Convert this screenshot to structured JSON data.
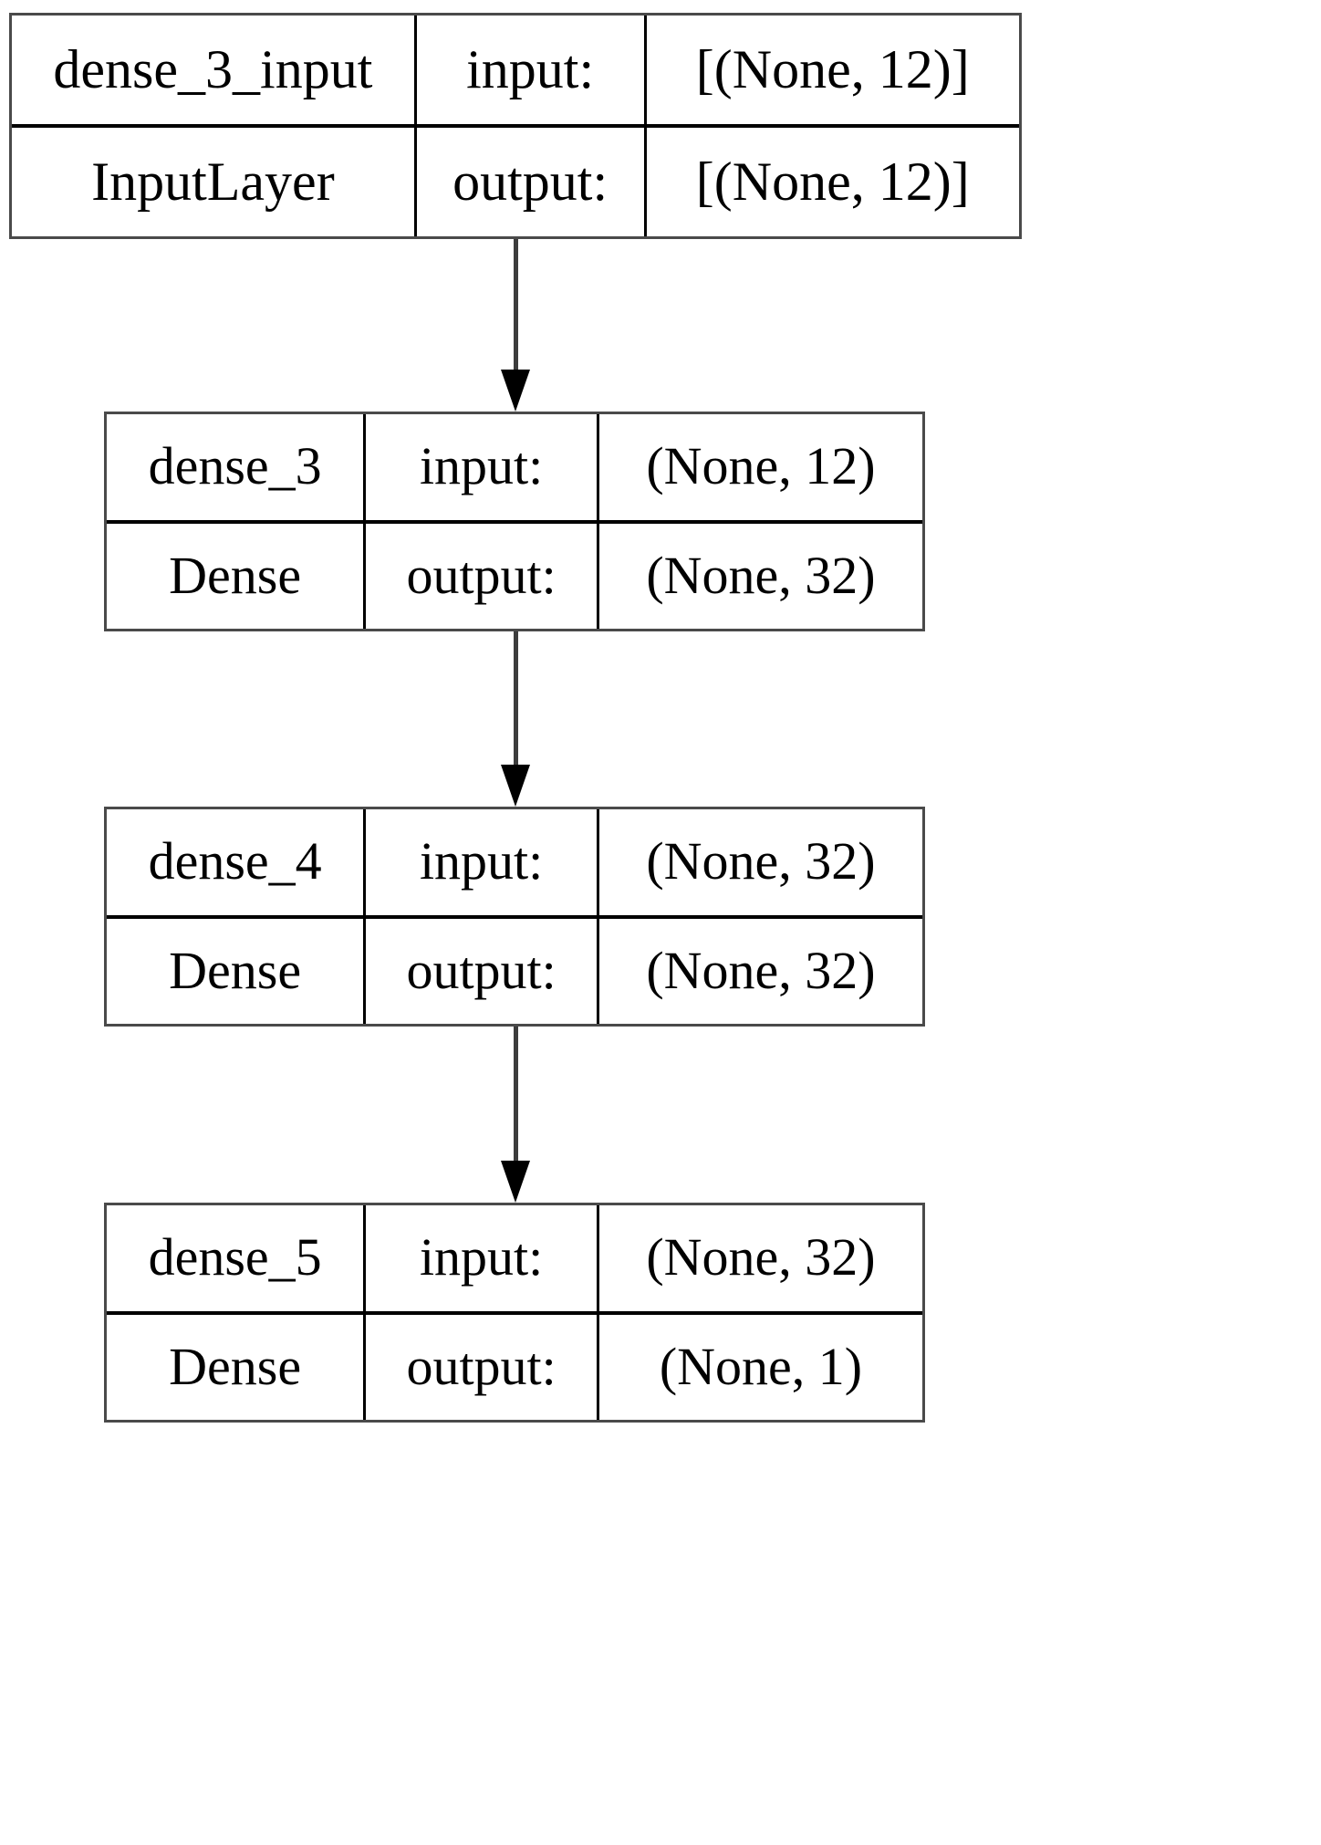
{
  "diagram": {
    "kind": "keras-model-plot",
    "orientation": "top-to-bottom",
    "row_labels": {
      "input": "input:",
      "output": "output:"
    },
    "colors": {
      "box_border": "#4a4a4a",
      "inner_line": "#000000",
      "edge": "#3c3c3c",
      "arrowhead": "#000000",
      "background": "#ffffff",
      "text": "#000000"
    },
    "nodes": [
      {
        "id": "dense_3_input",
        "name": "dense_3_input",
        "type": "InputLayer",
        "input_label": "input:",
        "output_label": "output:",
        "input_shape": "[(None, 12)]",
        "output_shape": "[(None, 12)]"
      },
      {
        "id": "dense_3",
        "name": "dense_3",
        "type": "Dense",
        "input_label": "input:",
        "output_label": "output:",
        "input_shape": "(None, 12)",
        "output_shape": "(None, 32)"
      },
      {
        "id": "dense_4",
        "name": "dense_4",
        "type": "Dense",
        "input_label": "input:",
        "output_label": "output:",
        "input_shape": "(None, 32)",
        "output_shape": "(None, 32)"
      },
      {
        "id": "dense_5",
        "name": "dense_5",
        "type": "Dense",
        "input_label": "input:",
        "output_label": "output:",
        "input_shape": "(None, 32)",
        "output_shape": "(None, 1)"
      }
    ],
    "edges": [
      {
        "from": "dense_3_input",
        "to": "dense_3"
      },
      {
        "from": "dense_3",
        "to": "dense_4"
      },
      {
        "from": "dense_4",
        "to": "dense_5"
      }
    ]
  }
}
